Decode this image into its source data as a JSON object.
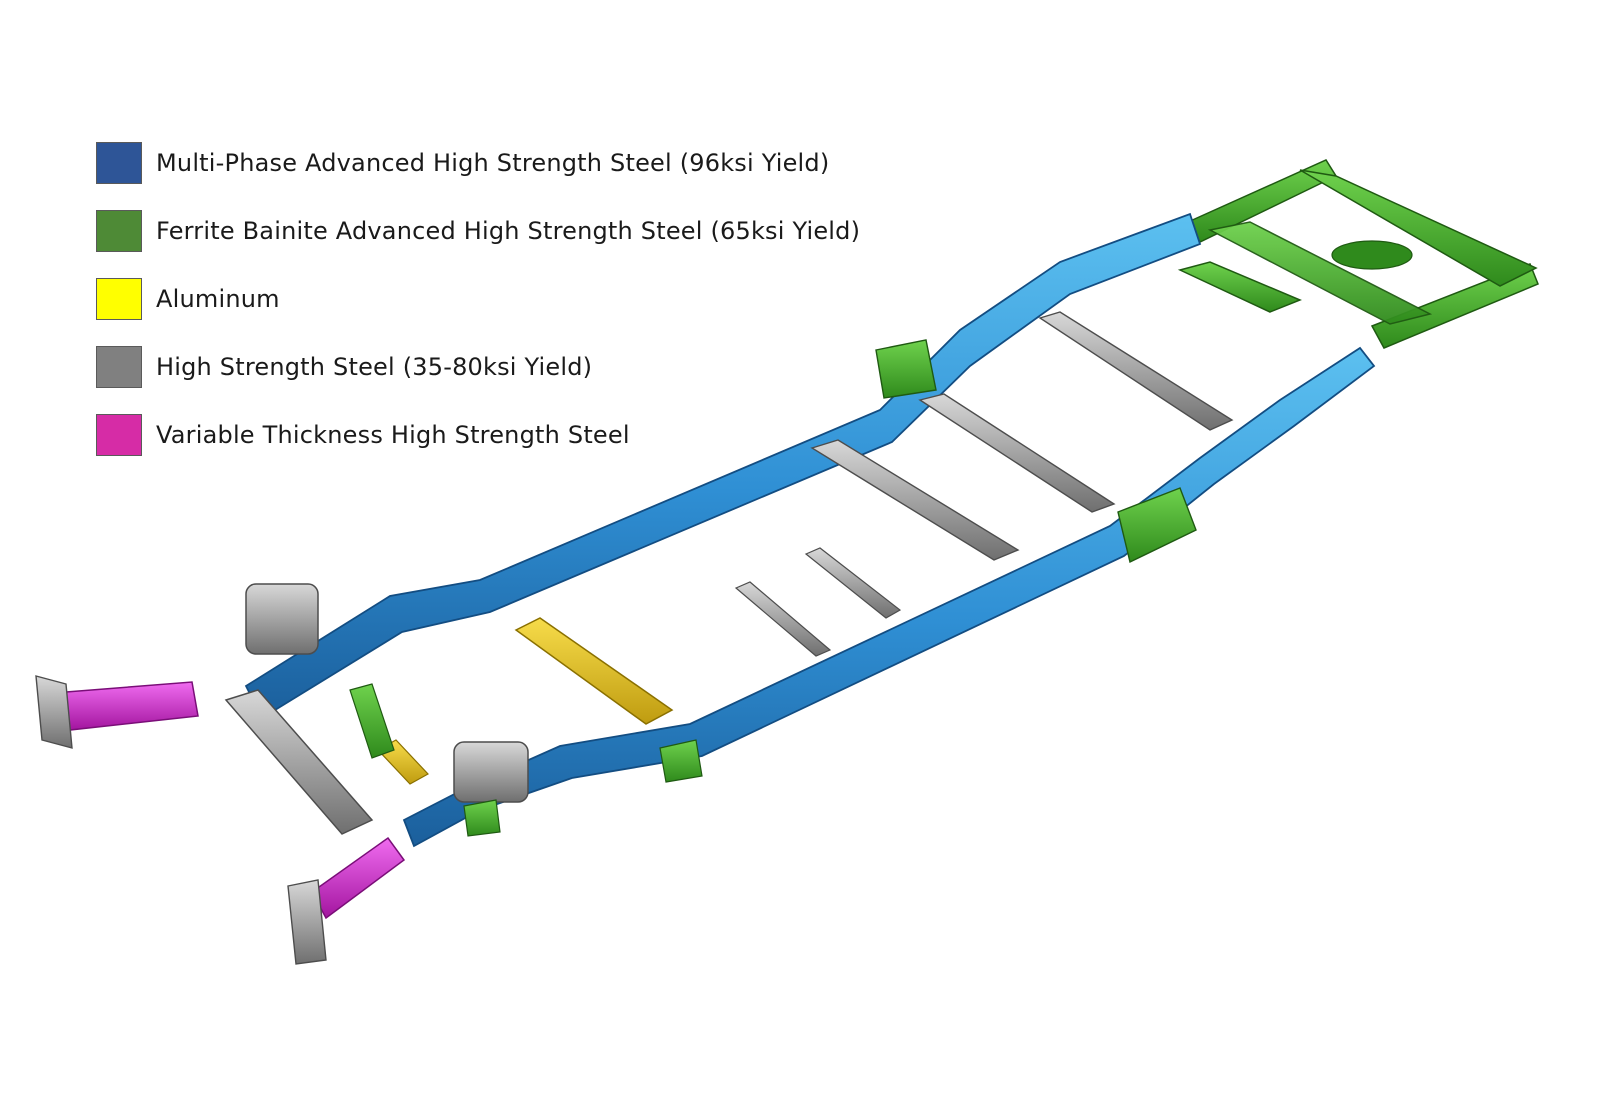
{
  "legend": {
    "items": [
      {
        "label": "Multi-Phase Advanced High Strength Steel (96ksi Yield)",
        "color": "#2e5597"
      },
      {
        "label": "Ferrite Bainite Advanced High Strength Steel (65ksi Yield)",
        "color": "#4e8a36"
      },
      {
        "label": "Aluminum",
        "color": "#ffff00"
      },
      {
        "label": "High Strength Steel (35-80ksi Yield)",
        "color": "#808080"
      },
      {
        "label": "Variable Thickness High Strength Steel",
        "color": "#d62ca6"
      }
    ]
  },
  "materials": {
    "multi_phase": "#2f8fd4",
    "ferrite_bainite": "#3fae2a",
    "aluminum": "#e4c21c",
    "high_strength": "#9a9a9a",
    "variable_thickness": "#d12ad0"
  }
}
